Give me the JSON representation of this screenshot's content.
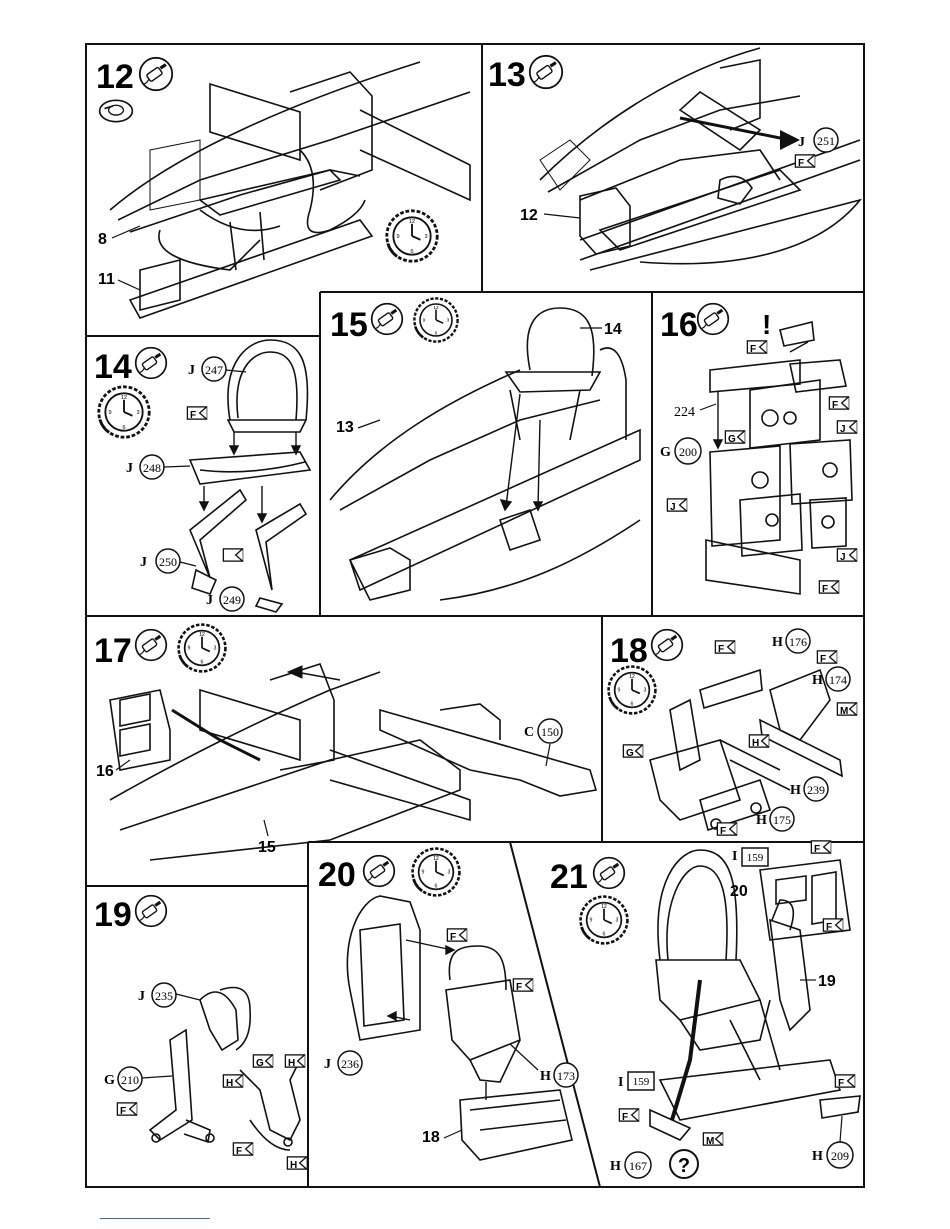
{
  "colors": {
    "ink": "#111111",
    "paper": "#ffffff",
    "link_line": "#3a63c8"
  },
  "steps": {
    "s12": {
      "num": "12",
      "icons": [
        "glue-tube-icon",
        "paint-pot-icon"
      ],
      "labels": {
        "a": "8",
        "b": "11"
      }
    },
    "s13": {
      "num": "13",
      "icons": [
        "glue-tube-icon"
      ],
      "labels": {
        "part_letter": "J",
        "part_num": "251",
        "decal": "F",
        "a": "12"
      }
    },
    "s14": {
      "num": "14",
      "icons": [
        "glue-tube-icon",
        "clock-icon"
      ],
      "labels": {
        "p1_letter": "J",
        "p1_num": "247",
        "p2_letter": "J",
        "p2_num": "248",
        "p3_letter": "J",
        "p3_num": "250",
        "p4_letter": "J",
        "p4_num": "249",
        "decal": "F"
      }
    },
    "s15": {
      "num": "15",
      "icons": [
        "glue-tube-icon",
        "clock-icon"
      ],
      "labels": {
        "a": "13",
        "b": "14"
      }
    },
    "s16": {
      "num": "16",
      "icons": [
        "glue-tube-icon"
      ],
      "labels": {
        "warn": "!",
        "a": "224",
        "p1_letter": "G",
        "p1_num": "200",
        "decal_f": "F",
        "decal_g": "G",
        "decal_j": "J"
      }
    },
    "s17": {
      "num": "17",
      "icons": [
        "glue-tube-icon",
        "clock-icon"
      ],
      "labels": {
        "p1_letter": "C",
        "p1_num": "150",
        "a": "16",
        "b": "15"
      }
    },
    "s18": {
      "num": "18",
      "icons": [
        "glue-tube-icon",
        "clock-icon"
      ],
      "labels": {
        "h1_letter": "H",
        "h1_num": "176",
        "h2_letter": "H",
        "h2_num": "174",
        "h3_letter": "H",
        "h3_num": "239",
        "h4_letter": "H",
        "h4_num": "175",
        "decal_f": "F",
        "decal_m": "M",
        "decal_h": "H",
        "decal_g": "G"
      }
    },
    "s19": {
      "num": "19",
      "icons": [
        "glue-tube-icon"
      ],
      "labels": {
        "p1_letter": "J",
        "p1_num": "235",
        "p2_letter": "G",
        "p2_num": "210",
        "decal_f": "F",
        "decal_g": "G",
        "decal_h": "H"
      }
    },
    "s20": {
      "num": "20",
      "icons": [
        "glue-tube-icon",
        "clock-icon"
      ],
      "labels": {
        "p1_letter": "J",
        "p1_num": "236",
        "p2_letter": "H",
        "p2_num": "173",
        "decal_f": "F",
        "a": "18"
      }
    },
    "s21": {
      "num": "21",
      "icons": [
        "glue-tube-icon",
        "clock-icon"
      ],
      "labels": {
        "a": "20",
        "b": "19",
        "i1_letter": "I",
        "i1_num": "159",
        "i2_letter": "I",
        "i2_num": "159",
        "h1_letter": "H",
        "h1_num": "209",
        "h2_letter": "H",
        "h2_num": "167",
        "decal_f": "F",
        "decal_m": "M",
        "question": "?"
      }
    }
  }
}
